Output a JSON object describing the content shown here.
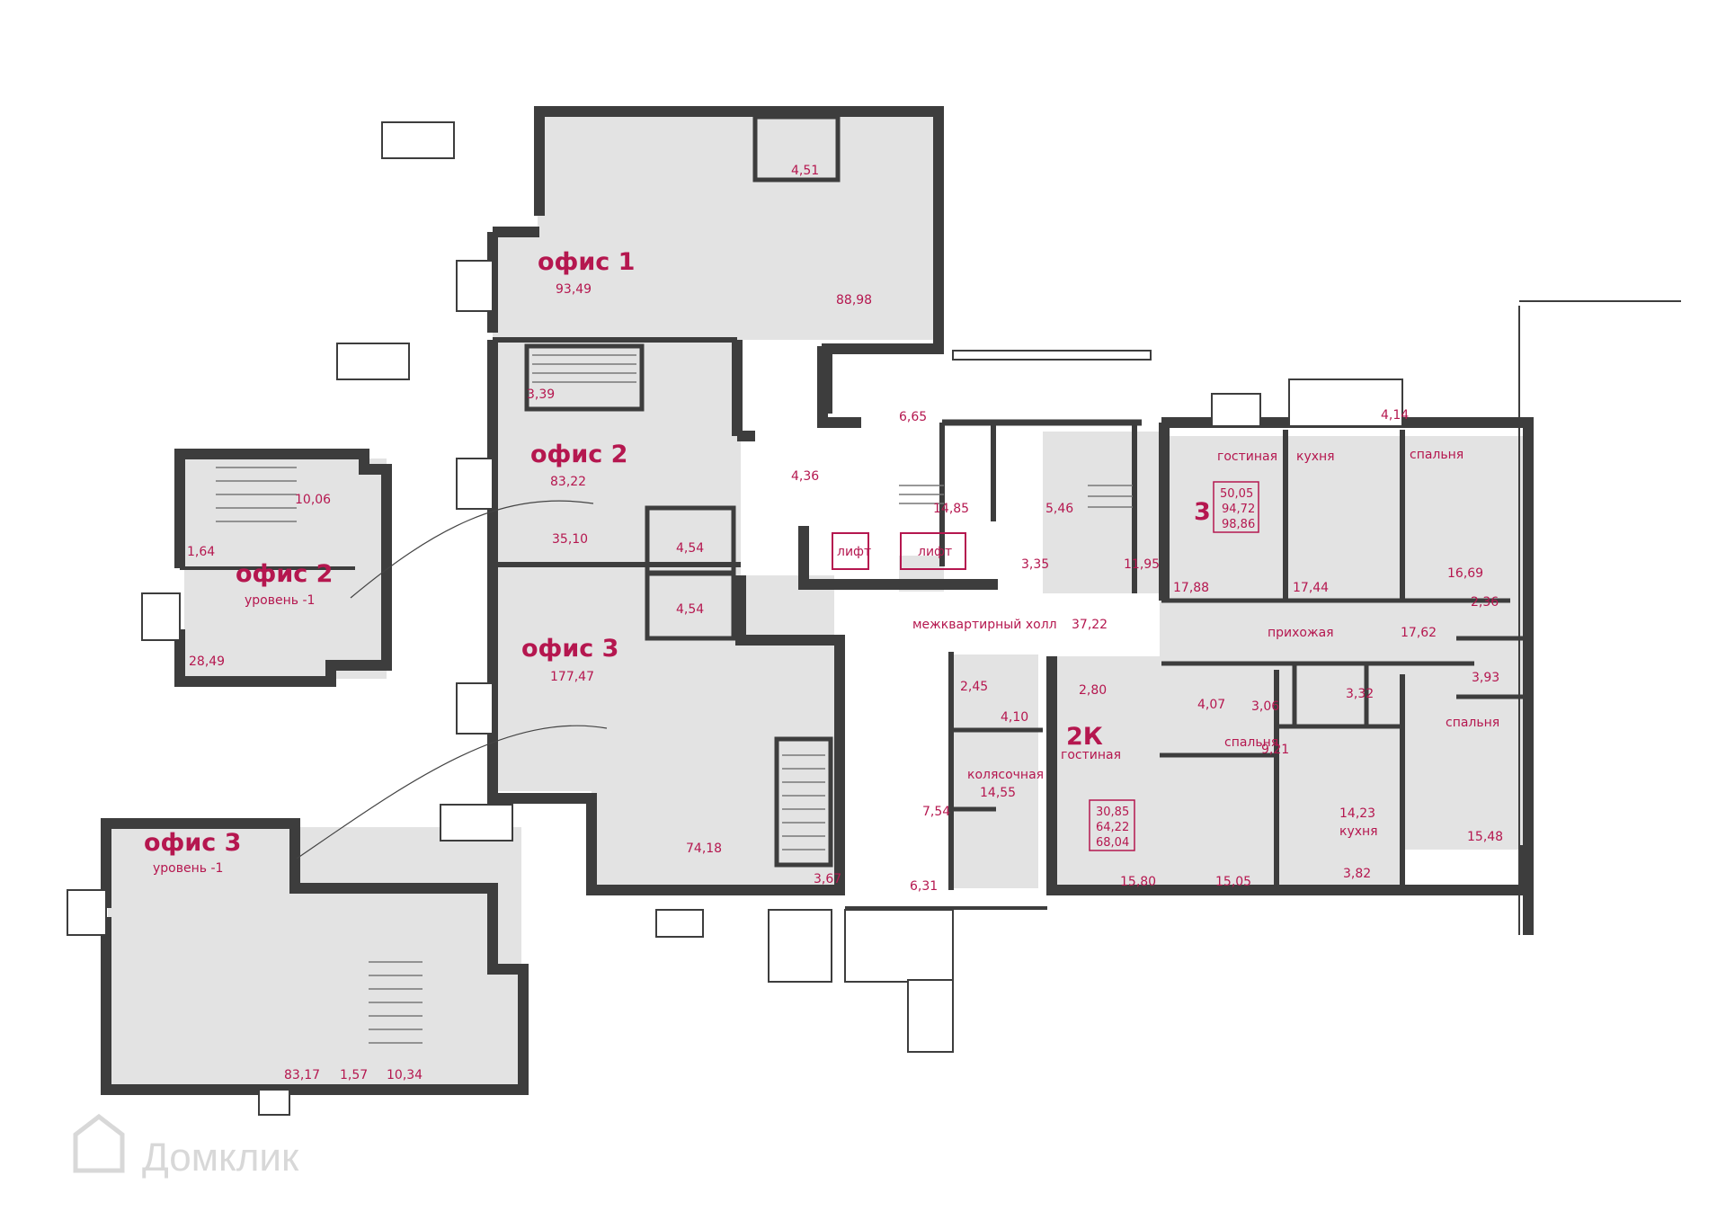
{
  "offices": {
    "office1": {
      "name": "офис 1",
      "total": "93,49",
      "room": "88,98",
      "wc": "4,51"
    },
    "office2": {
      "name": "офис 2",
      "total": "83,22",
      "room": "35,10",
      "stair": "3,39",
      "wc": "4,54"
    },
    "office3": {
      "name": "офис 3",
      "total": "177,47",
      "room": "74,18",
      "stair": "3,67",
      "wc": "4,54"
    },
    "office2_lower": {
      "name": "офис 2",
      "sub": "уровень -1",
      "room": "28,49",
      "stair": "10,06",
      "small": "1,64"
    },
    "office3_lower": {
      "name": "офис 3",
      "sub": "уровень -1",
      "room": "83,17",
      "small": "1,57",
      "stair": "10,34"
    }
  },
  "core": {
    "lift1": "лифт",
    "lift2": "лифт",
    "a_6_65": "6,65",
    "a_14_85": "14,85",
    "a_5_46": "5,46",
    "a_4_36": "4,36",
    "a_3_35": "3,35",
    "a_11_95": "11,95",
    "hall_name": "межквартирный холл",
    "hall_area": "37,22",
    "a_2_45": "2,45",
    "a_4_10": "4,10",
    "pram_name": "колясочная",
    "pram_area": "14,55",
    "a_7_54": "7,54",
    "a_6_31": "6,31"
  },
  "apt3": {
    "number": "3",
    "living": "гостиная",
    "kitchen": "кухня",
    "bedroom": "спальня",
    "hall": "прихожая",
    "bedroom2": "спальня",
    "stats": [
      "50,05",
      "94,72",
      "98,86"
    ],
    "a_17_88": "17,88",
    "a_17_44": "17,44",
    "a_16_69": "16,69",
    "a_4_14": "4,14",
    "a_2_36": "2,36",
    "a_17_62": "17,62",
    "a_3_93": "3,93",
    "a_3_32": "3,32",
    "a_15_48": "15,48",
    "a_3_06": "3,06",
    "a_4_07": "4,07"
  },
  "apt2k": {
    "number": "2К",
    "living": "гостиная",
    "bedroom": "спальня",
    "kitchen": "кухня",
    "stats": [
      "30,85",
      "64,22",
      "68,04"
    ],
    "a_2_80": "2,80",
    "a_15_80": "15,80",
    "a_15_05": "15,05",
    "a_9_21": "9,21",
    "a_14_23": "14,23",
    "a_3_82": "3,82"
  },
  "watermark": "Домклик",
  "colors": {
    "wall": "#3d3d3d",
    "floor": "#e3e3e3",
    "accent": "#b5174f"
  }
}
